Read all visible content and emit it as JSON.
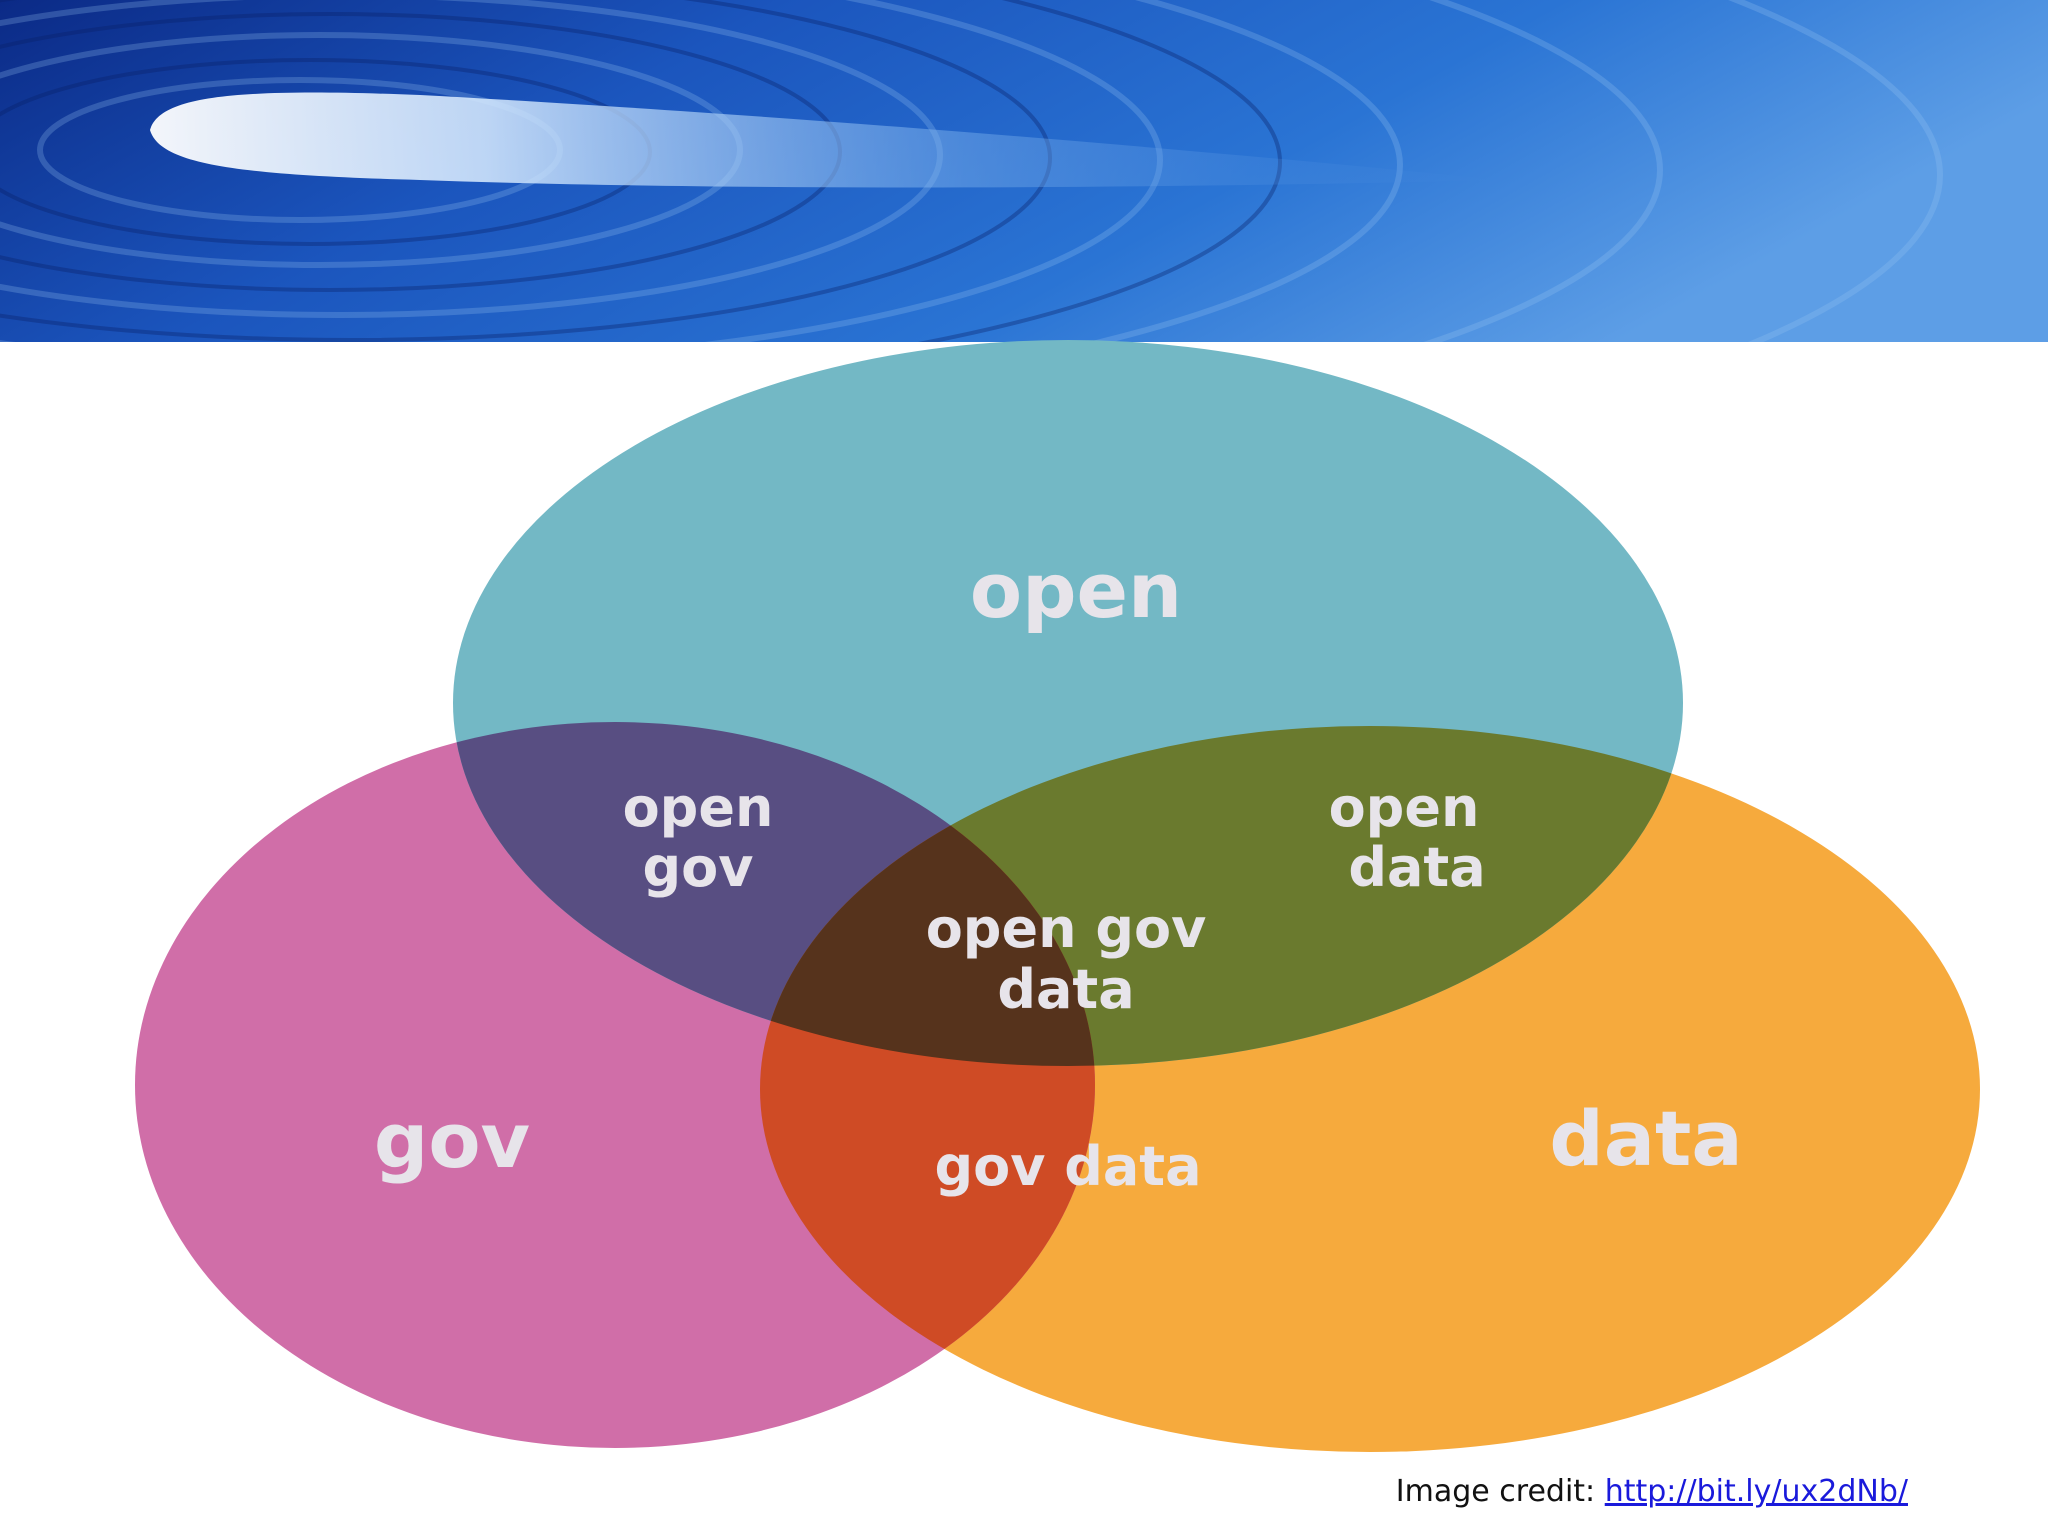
{
  "diagram": {
    "type": "venn",
    "sets": [
      {
        "id": "open",
        "label": "open",
        "color": "#73b8c5"
      },
      {
        "id": "gov",
        "label": "gov",
        "color": "#d06ea8"
      },
      {
        "id": "data",
        "label": "data",
        "color": "#f6aa3d"
      }
    ],
    "intersections": [
      {
        "sets": [
          "open",
          "gov"
        ],
        "lines": [
          "open",
          "gov"
        ],
        "color": "#584e82"
      },
      {
        "sets": [
          "open",
          "data"
        ],
        "lines": [
          "open",
          "data"
        ],
        "color": "#6a7a2e"
      },
      {
        "sets": [
          "gov",
          "data"
        ],
        "lines": [
          "gov data"
        ],
        "color": "#cf4b25"
      },
      {
        "sets": [
          "open",
          "gov",
          "data"
        ],
        "lines": [
          "open gov",
          "data"
        ],
        "color": "#56331c"
      }
    ]
  },
  "banner": {
    "colors": [
      "#0a2f8f",
      "#1e63c7",
      "#6aa8e8"
    ]
  },
  "credit": {
    "prefix": "Image credit:",
    "link": "http://bit.ly/ux2dNb/"
  }
}
